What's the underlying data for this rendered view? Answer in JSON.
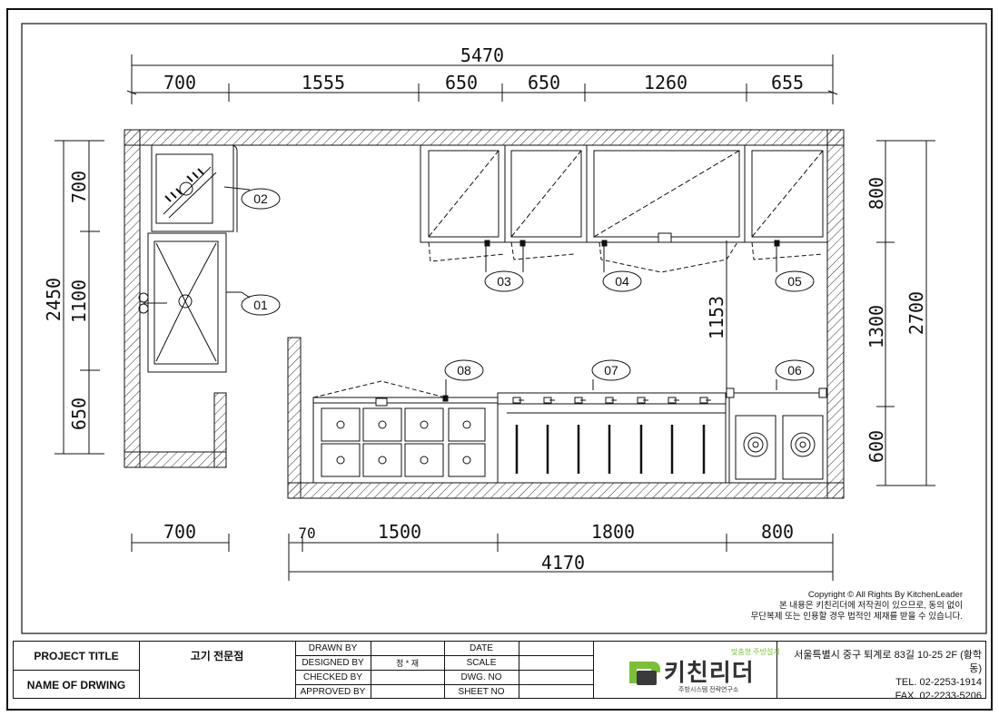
{
  "dimensions": {
    "top_total": "5470",
    "top_segments": [
      "700",
      "1555",
      "650",
      "650",
      "1260",
      "655"
    ],
    "left_total": "2450",
    "left_segments": [
      "700",
      "1100",
      "650"
    ],
    "right_total": "2700",
    "right_segments": [
      "800",
      "1300",
      "600"
    ],
    "bottom_total": "4170",
    "bottom_segments": [
      "700",
      "70",
      "1500",
      "1800",
      "800"
    ],
    "inner_vertical": "1153"
  },
  "callouts": [
    "01",
    "02",
    "03",
    "04",
    "05",
    "06",
    "07",
    "08"
  ],
  "copyright": {
    "line1": "Copyright © All Rights By KitchenLeader",
    "line2": "본 내용은 키친리더에 저작권이 있으므로, 동의 없이",
    "line3": "무단복제 또는 인용할 경우 법적인 제재를 받을 수 있습니다."
  },
  "title_block": {
    "project_title_label": "PROJECT TITLE",
    "project_title_value": "고기 전문점",
    "name_of_drawing_label": "NAME OF DRWING",
    "drawn_by": "DRAWN BY",
    "designed_by": "DESIGNED BY",
    "designer_value": "정 * 재",
    "checked_by": "CHECKED BY",
    "approved_by": "APPROVED BY",
    "date": "DATE",
    "scale": "SCALE",
    "dwg_no": "DWG. NO",
    "sheet_no": "SHEET NO",
    "logo_main": "키친리더",
    "logo_badge": "맞춤형 주방설계",
    "logo_sub": "주방시스템 전략연구소",
    "address": "서울특별시 중구 퇴계로 83길 10-25 2F (황학동)",
    "tel": "TEL. 02-2253-1914",
    "fax": "FAX. 02-2233-5206"
  },
  "colors": {
    "line": "#111111",
    "hatch": "#444444",
    "logo_green": "#7bbf3a",
    "logo_dark": "#3a3a3a"
  }
}
